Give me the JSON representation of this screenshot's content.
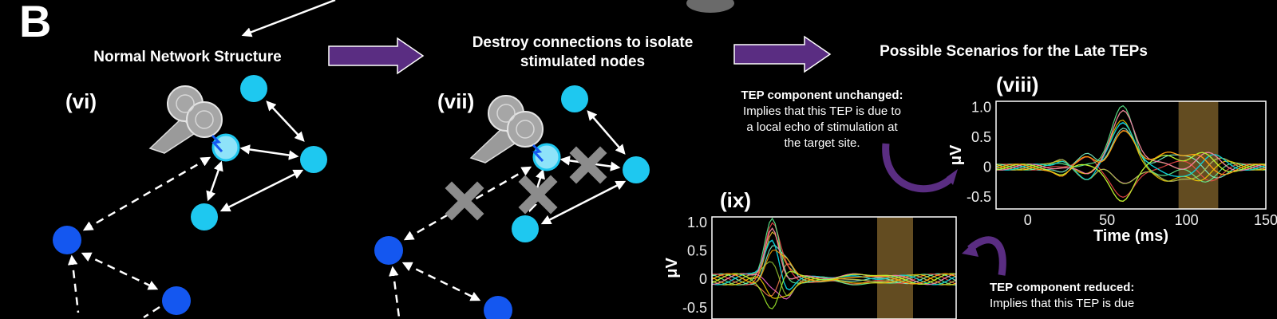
{
  "panel_label": "B",
  "sections": {
    "normal": {
      "title": "Normal Network Structure",
      "label": "(vi)"
    },
    "destroy": {
      "title_line1": "Destroy connections to isolate",
      "title_line2": "stimulated nodes",
      "label": "(vii)"
    },
    "scenarios": {
      "title": "Possible Scenarios for the Late TEPs"
    }
  },
  "scenario_unchanged": {
    "heading": "TEP component unchanged:",
    "line1": "Implies that this TEP is due to",
    "line2": "a local echo of stimulation at",
    "line3": "the target site."
  },
  "scenario_reduced": {
    "heading": "TEP  component  reduced:",
    "line1": "Implies  that  this  TEP  is  due"
  },
  "colors": {
    "light_node": "#1ec8f0",
    "dark_node": "#1457f0",
    "arrow_purple": "#5a2d82",
    "gray_x": "#8c8c8c",
    "highlight": "#b58a3c"
  },
  "chart_data": [
    {
      "type": "line",
      "label": "(viii)",
      "xlabel": "Time (ms)",
      "ylabel": "μV",
      "xlim": [
        -20,
        150
      ],
      "ylim": [
        -0.7,
        1.1
      ],
      "xticks": [
        0,
        50,
        100,
        150
      ],
      "yticks": [
        1.0,
        0.5,
        0,
        -0.5
      ],
      "ytick_labels": [
        "1.0",
        "0.5",
        "0",
        "-0.5"
      ],
      "highlight_window": [
        95,
        120
      ]
    },
    {
      "type": "line",
      "label": "(ix)",
      "xlabel": "",
      "ylabel": "μV",
      "xlim": [
        -20,
        150
      ],
      "ylim": [
        -0.7,
        1.1
      ],
      "yticks": [
        1.0,
        0.5,
        0,
        -0.5
      ],
      "ytick_labels": [
        "1.0",
        "0.5",
        "0",
        "-0.5"
      ],
      "highlight_window": [
        95,
        120
      ]
    }
  ]
}
